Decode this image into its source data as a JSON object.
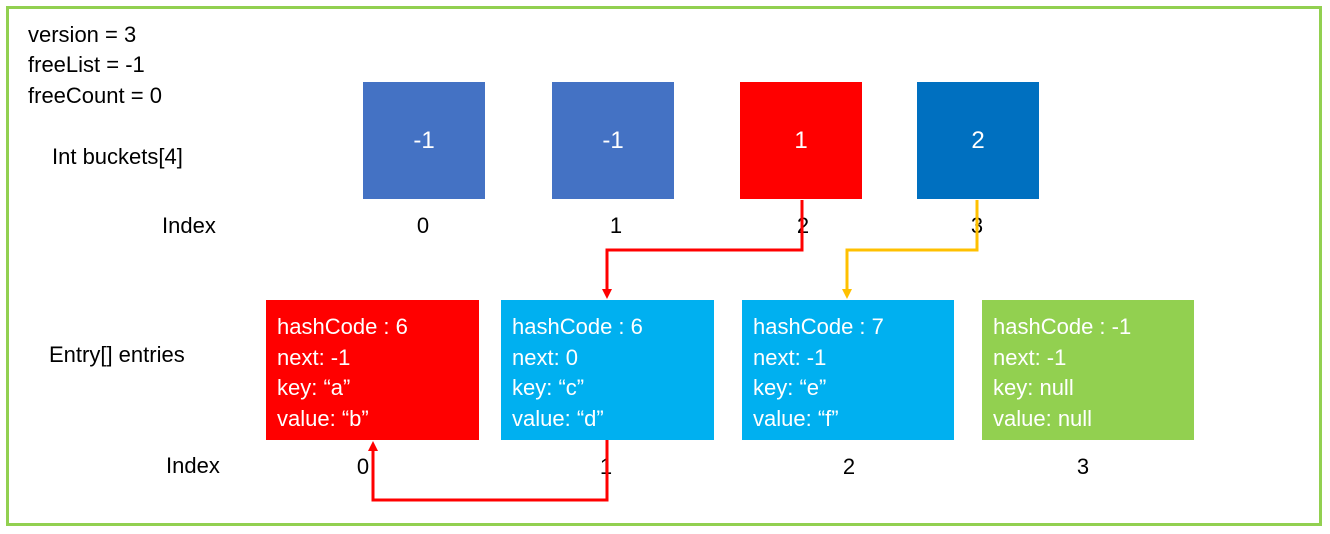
{
  "header": {
    "version": "version = 3",
    "freeList": "freeList = -1",
    "freeCount": "freeCount = 0"
  },
  "buckets": {
    "label": "Int buckets[4]",
    "index_label": "Index",
    "items": [
      {
        "value": "-1",
        "index": "0",
        "color": "#4472c4"
      },
      {
        "value": "-1",
        "index": "1",
        "color": "#4472c4"
      },
      {
        "value": "1",
        "index": "2",
        "color": "#ff0000"
      },
      {
        "value": "2",
        "index": "3",
        "color": "#0070c0"
      }
    ]
  },
  "entries": {
    "label": "Entry[] entries",
    "index_label": "Index",
    "items": [
      {
        "hashCode": "hashCode : 6",
        "next": "next: -1",
        "key": "key: “a”",
        "value": "value: “b”",
        "index": "0",
        "color": "#ff0000"
      },
      {
        "hashCode": "hashCode : 6",
        "next": "next: 0",
        "key": "key: “c”",
        "value": "value: “d”",
        "index": "1",
        "color": "#00b0f0"
      },
      {
        "hashCode": "hashCode : 7",
        "next": "next: -1",
        "key": "key: “e”",
        "value": "value: “f”",
        "index": "2",
        "color": "#00b0f0"
      },
      {
        "hashCode": "hashCode : -1",
        "next": "next: -1",
        "key": "key: null",
        "value": "value: null",
        "index": "3",
        "color": "#92d050"
      }
    ]
  },
  "colors": {
    "frame": "#92d050",
    "arrow_red": "#ff0000",
    "arrow_yellow": "#ffc000"
  }
}
